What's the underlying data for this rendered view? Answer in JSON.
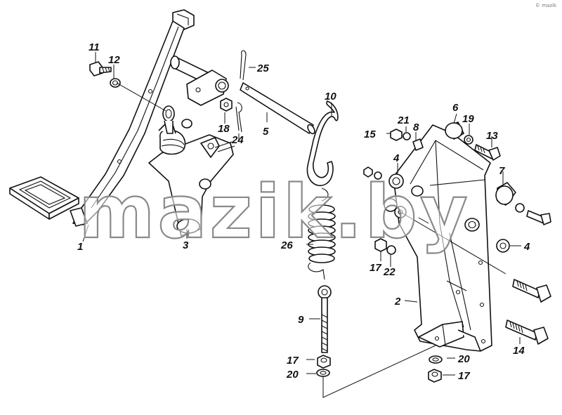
{
  "watermark": "mazik.by",
  "corner_mark": "© mazik",
  "callouts": {
    "c1": "1",
    "c2": "2",
    "c3": "3",
    "c4a": "4",
    "c4b": "4",
    "c5": "5",
    "c6": "6",
    "c7": "7",
    "c8": "8",
    "c9": "9",
    "c10": "10",
    "c11": "11",
    "c12": "12",
    "c13": "13",
    "c14": "14",
    "c15": "15",
    "c17a": "17",
    "c17b": "17",
    "c17c": "17",
    "c18": "18",
    "c19": "19",
    "c20a": "20",
    "c20b": "20",
    "c21": "21",
    "c22": "22",
    "c24": "24",
    "c25": "25",
    "c26": "26"
  }
}
